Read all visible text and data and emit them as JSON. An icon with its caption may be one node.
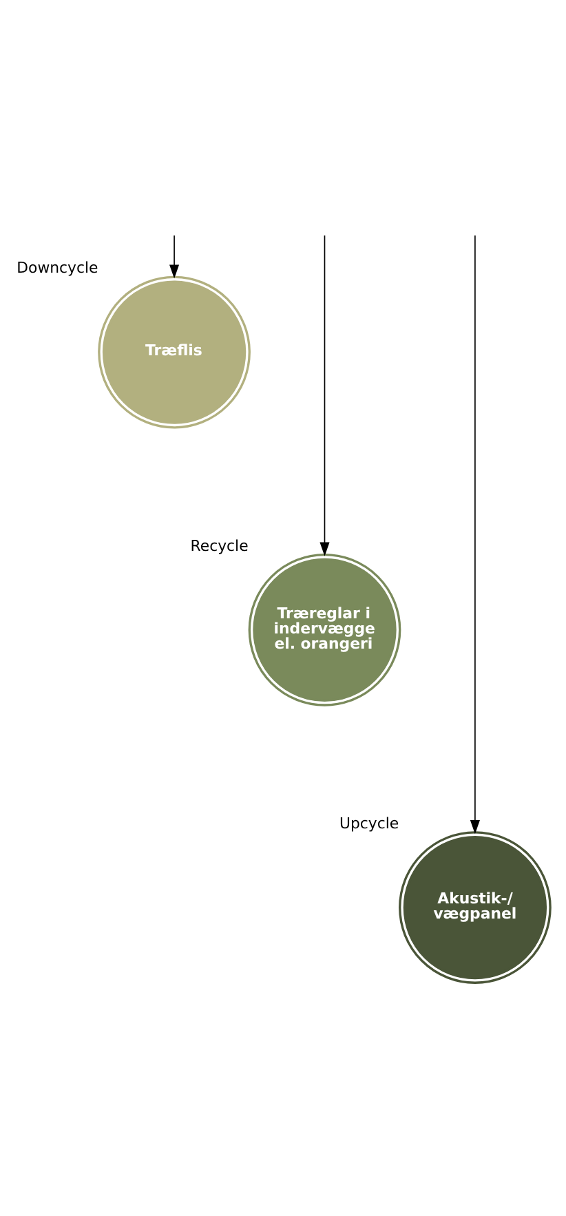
{
  "diagram": {
    "nodes": [
      {
        "text": [
          "Downcycle",
          "Træflis"
        ]
      },
      {
        "text": [
          "Recycle",
          "Træreglar i indervægge el. orangeri"
        ]
      },
      {
        "text": [
          "Upcycle",
          "Akustik-/ vægpanel"
        ]
      }
    ],
    "edges": [
      {
        "from": null,
        "to": 0,
        "arrow": "to"
      },
      {
        "from": null,
        "to": 1,
        "arrow": "to"
      },
      {
        "from": null,
        "to": 2,
        "arrow": "to"
      }
    ]
  }
}
